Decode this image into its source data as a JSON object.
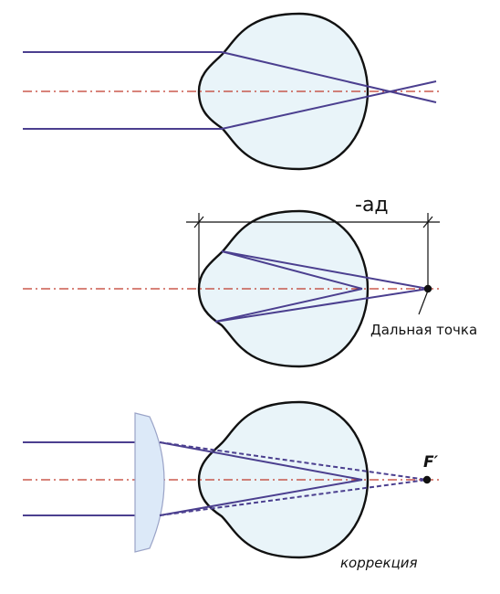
{
  "labels": {
    "far_point_distance": "-aд",
    "far_point": "Дальная точка",
    "focal_point": "F′",
    "correction": "коррекция"
  },
  "colors": {
    "eye_fill": "#e9f4f9",
    "eye_stroke": "#111111",
    "ray": "#4b3f8f",
    "axis": "#c0392b",
    "lens_fill": "#dce9f8",
    "lens_stroke": "#9aa3c7"
  }
}
